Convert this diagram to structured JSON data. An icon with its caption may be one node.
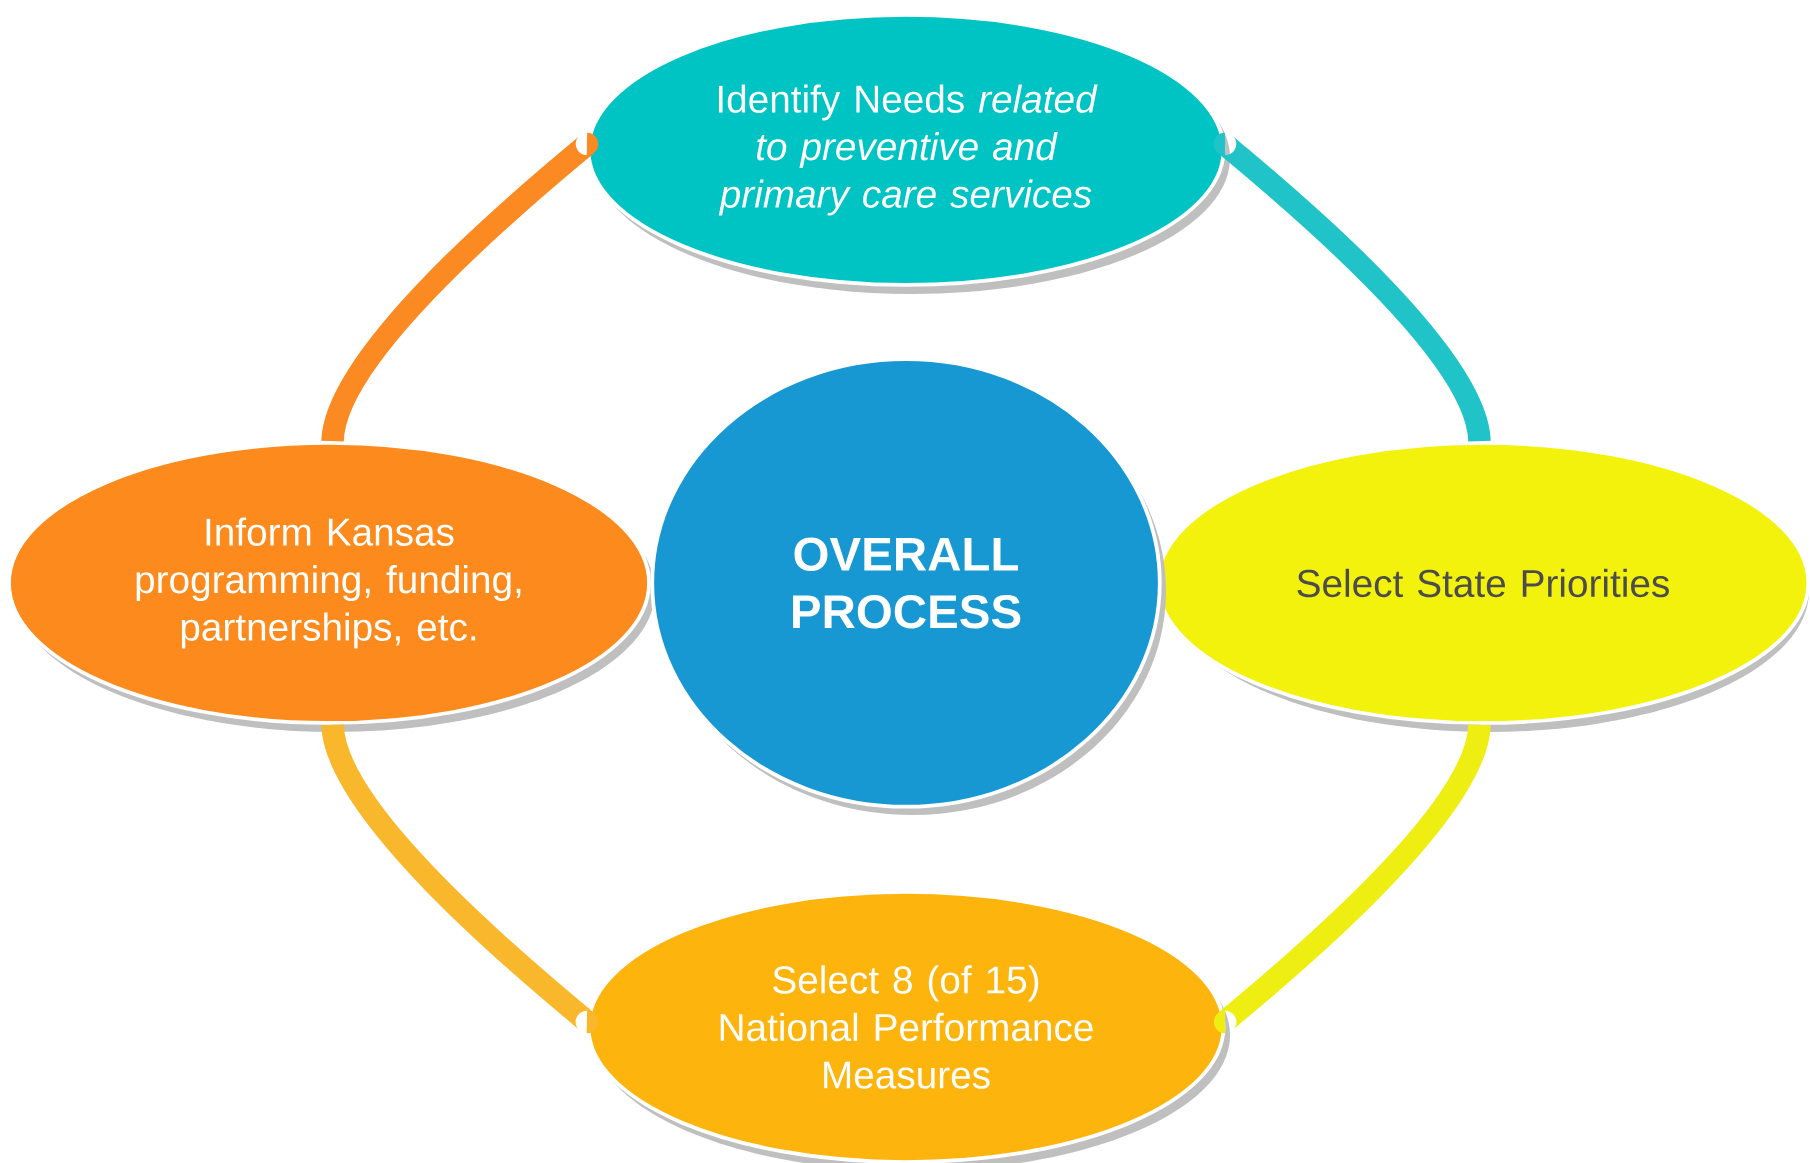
{
  "diagram": {
    "nodes": [
      {
        "text": [
          "Identify Needs *related to preventive and primary care services*"
        ]
      },
      {
        "text": [
          "Select State Priorities"
        ]
      },
      {
        "text": [
          "Select 8 (of 15) National Performance Measures"
        ]
      },
      {
        "text": [
          "Inform Kansas programming, funding, partnerships, etc."
        ]
      },
      {
        "text": [
          "OVERALL PROCESS"
        ]
      }
    ],
    "edges": [
      {
        "from": 0,
        "to": 1,
        "arrow": "none",
        "color": "#1fc3c8"
      },
      {
        "from": 1,
        "to": 2,
        "arrow": "none",
        "color": "#eeee12"
      },
      {
        "from": 2,
        "to": 3,
        "arrow": "none",
        "color": "#f9b82c"
      },
      {
        "from": 3,
        "to": 0,
        "arrow": "none",
        "color": "#fb8a22"
      }
    ]
  }
}
